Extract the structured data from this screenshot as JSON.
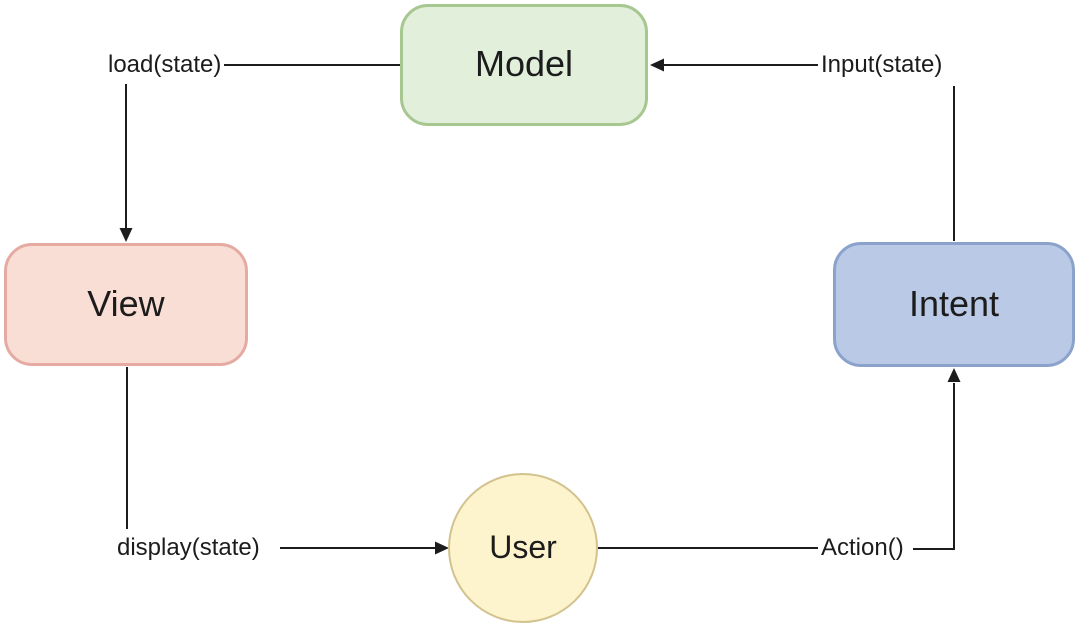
{
  "diagram": {
    "background": "#ffffff",
    "line_color": "#1c1c1c",
    "text_color": "#1c1c1c",
    "nodes": {
      "model": {
        "label": "Model",
        "shape": "rounded-rect",
        "fill": "#e2efdb",
        "border": "#a6c78f"
      },
      "view": {
        "label": "View",
        "shape": "rounded-rect",
        "fill": "#f9ded6",
        "border": "#e5aba3"
      },
      "intent": {
        "label": "Intent",
        "shape": "rounded-rect",
        "fill": "#bac9e6",
        "border": "#8ba3cc"
      },
      "user": {
        "label": "User",
        "shape": "circle",
        "fill": "#fdf3cc",
        "border": "#d2c38e"
      }
    },
    "edges": {
      "load": {
        "label": "load(state)",
        "from": "Model",
        "to": "View"
      },
      "input": {
        "label": "Input(state)",
        "from": "Intent",
        "to": "Model"
      },
      "display": {
        "label": "display(state)",
        "from": "View",
        "to": "User"
      },
      "action": {
        "label": "Action()",
        "from": "User",
        "to": "Intent"
      }
    }
  }
}
